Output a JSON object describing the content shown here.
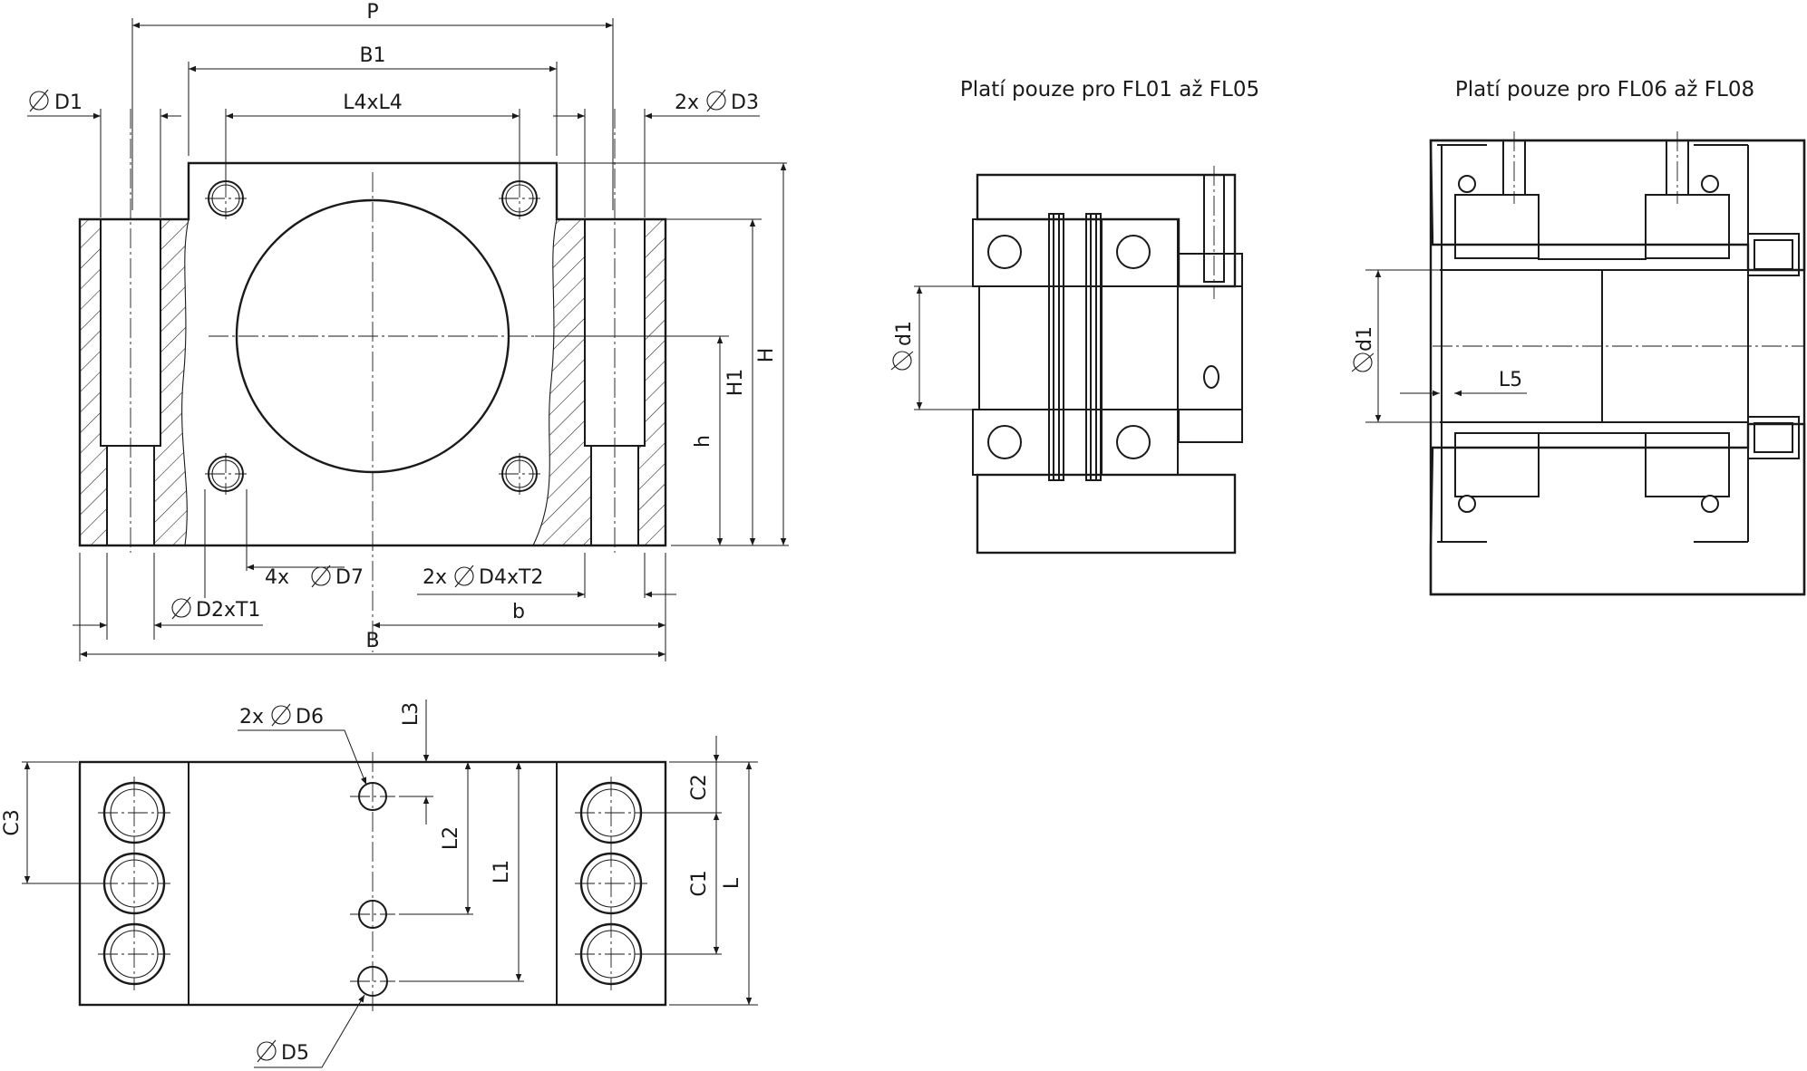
{
  "titles": {
    "fl01_05": "Platí pouze pro FL01 až FL05",
    "fl06_08": "Platí pouze pro FL06 až FL08"
  },
  "dims": {
    "P": "P",
    "B1": "B1",
    "L4xL4": "L4xL4",
    "D1": "D1",
    "D3": "2x D3",
    "H": "H",
    "H1": "H1",
    "h": "h",
    "D7": "4x D7",
    "D4T2": "2x D4xT2",
    "D2T1": "D2xT1",
    "b": "b",
    "B": "B",
    "D6": "2x D6",
    "L3": "L3",
    "C3": "C3",
    "C2": "C2",
    "L2": "L2",
    "L1": "L1",
    "C1": "C1",
    "L": "L",
    "D5": "D5",
    "d1_a": "d1",
    "d1_b": "d1",
    "L5": "L5"
  }
}
